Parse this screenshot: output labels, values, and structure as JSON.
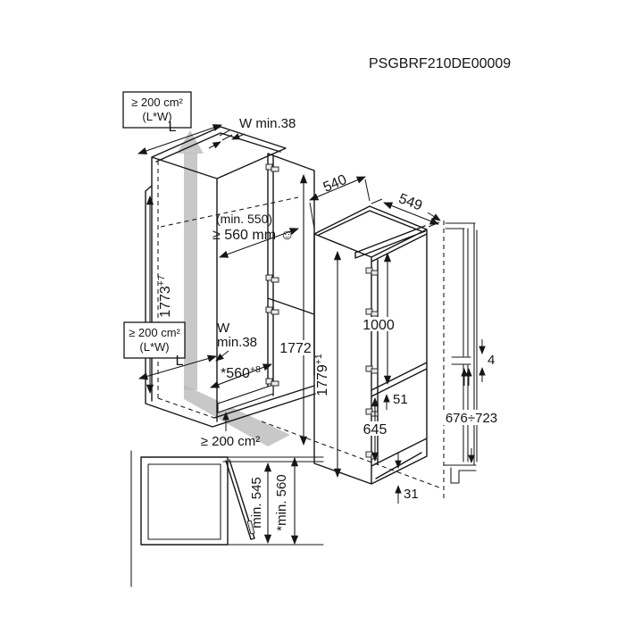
{
  "title": "PSGBRF210DE00009",
  "colors": {
    "line": "#161616",
    "airflow_gray": "#bcbcbc",
    "background": "#ffffff"
  },
  "cabinet_view": {
    "top_vent_area": {
      "line1": "≥ 200 cm²",
      "line2": "(L*W)"
    },
    "top_length_label": "L",
    "top_panel_width_label": "W min.38",
    "niche_depth_note": "(min. 550)",
    "niche_depth_value": "≥ 560 mm ☺",
    "cabinet_height": {
      "value": "1773",
      "tolerance": "+7"
    },
    "side_vent_area": {
      "line1": "≥ 200 cm²",
      "line2": "(L*W)"
    },
    "side_length_label": "L",
    "side_panel_width": {
      "line1": "W",
      "line2": "min.38"
    },
    "niche_width": {
      "value": "*560",
      "tolerance": "+8"
    },
    "niche_height": "1772",
    "base_vent_label": "≥ 200 cm²"
  },
  "appliance_view": {
    "width": "540",
    "depth": "549",
    "height": {
      "value": "1779",
      "tolerance": "+1"
    },
    "upper_door_height": "1000",
    "door_gap": "51",
    "lower_door_height": "645",
    "plinth_height": "31"
  },
  "side_view": {
    "panel_gap": "4",
    "lower_panel_height_range": "676÷723"
  },
  "plan_view": {
    "niche_depth_min": "min. 545",
    "niche_depth_min_star": "*min. 560"
  }
}
